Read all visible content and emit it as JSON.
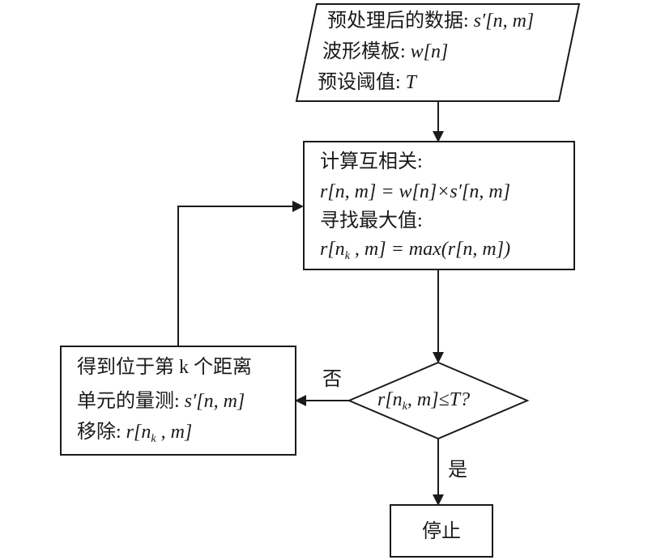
{
  "input": {
    "line1_label": "预处理后的数据: ",
    "line1_var": "s′[n, m]",
    "line2_label": "波形模板: ",
    "line2_var": "w[n]",
    "line3_label": "预设阈值: ",
    "line3_var": "T"
  },
  "compute": {
    "line1": "计算互相关:",
    "line2": "r[n, m] = w[n]×s′[n, m]",
    "line3": "寻找最大值:",
    "line4a": "r[n",
    "line4_sub": "k",
    "line4b": " , m] = max(r[n, m])"
  },
  "decision": {
    "text_a": "r[n",
    "text_sub": "k",
    "text_b": ", m]≤T?"
  },
  "remove": {
    "line1": "得到位于第 k 个距离",
    "line2_label": "单元的量测: ",
    "line2_var": "s′[n, m]",
    "line3_label": "移除: ",
    "line3_a": "r[n",
    "line3_sub": "k",
    "line3_b": " , m]"
  },
  "labels": {
    "no": "否",
    "yes": "是"
  },
  "stop": {
    "text": "停止"
  }
}
